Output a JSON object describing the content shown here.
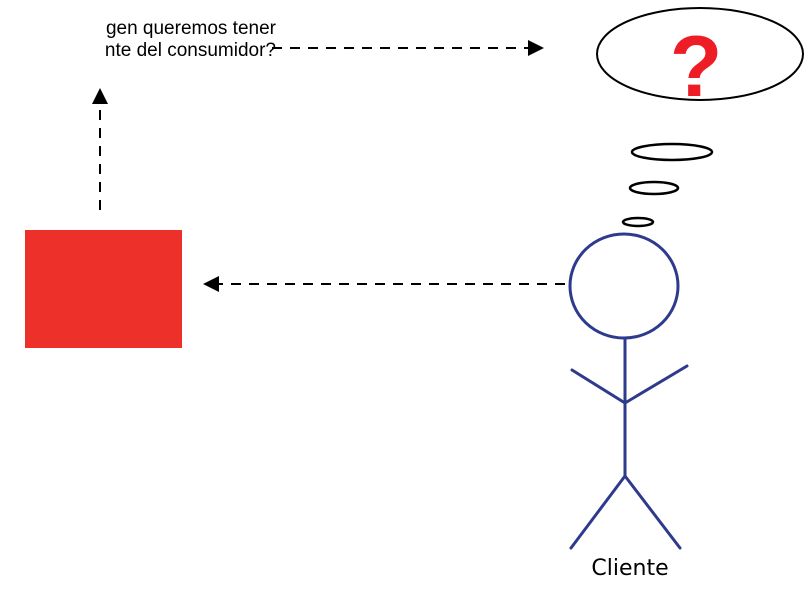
{
  "question": {
    "line1": "gen queremos tener",
    "line2": "nte del consumidor?"
  },
  "thought_bubble": {
    "symbol": "?",
    "symbol_color": "#ee1c25"
  },
  "person": {
    "label": "Cliente",
    "stroke_color": "#2e3a8c"
  },
  "brand_box": {
    "fill_color": "#ee302a"
  },
  "colors": {
    "arrow": "#000000",
    "text": "#000000",
    "background": "#ffffff"
  }
}
